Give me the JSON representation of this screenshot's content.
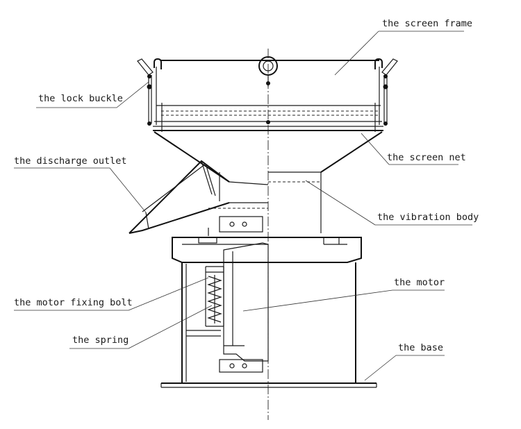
{
  "labels": {
    "screen_frame": "the screen frame",
    "lock_buckle": "the lock buckle",
    "screen_net": "the screen net",
    "discharge_outlet": "the discharge outlet",
    "vibration_body": "the vibration body",
    "motor": "the motor",
    "motor_fixing_bolt": "the motor fixing bolt",
    "spring": "the spring",
    "base": "the base"
  }
}
